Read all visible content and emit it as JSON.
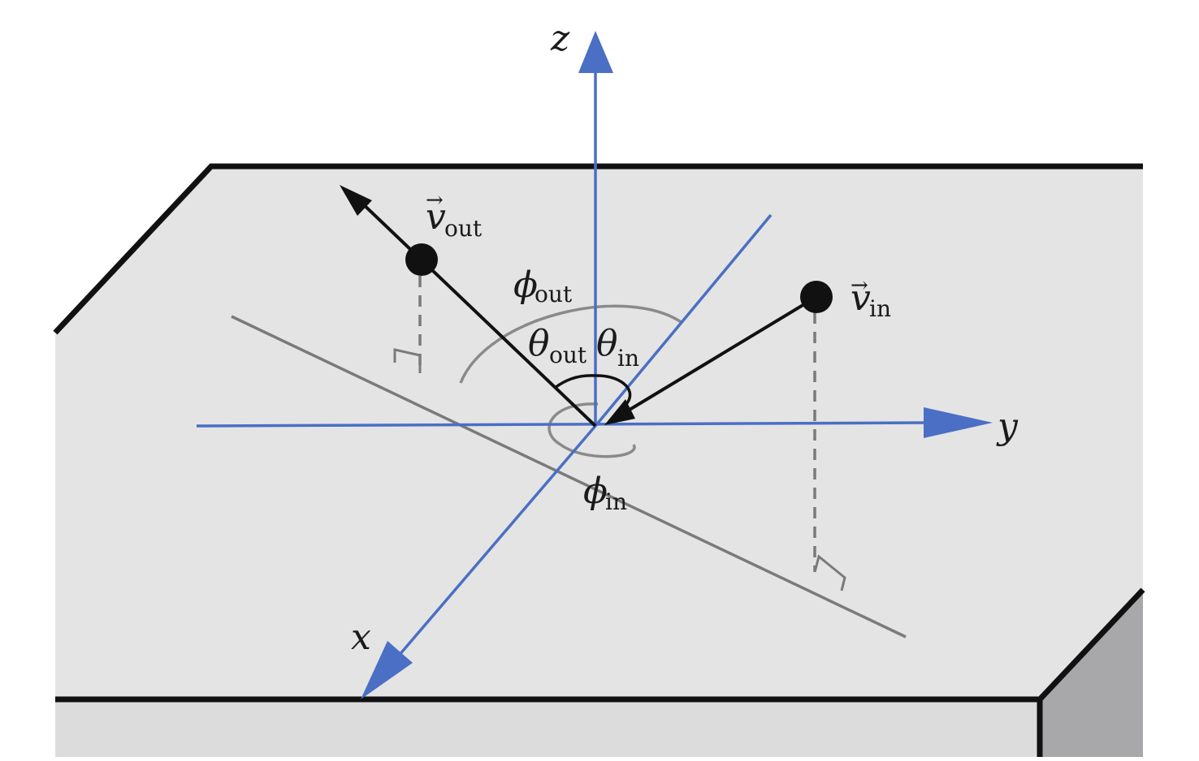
{
  "axes": {
    "x": "x",
    "y": "y",
    "z": "z"
  },
  "vectors": {
    "incoming": {
      "symbol": "v",
      "subscript": "in"
    },
    "outgoing": {
      "symbol": "v",
      "subscript": "out"
    }
  },
  "angles": {
    "theta_in": {
      "symbol": "θ",
      "subscript": "in"
    },
    "theta_out": {
      "symbol": "θ",
      "subscript": "out"
    },
    "phi_in": {
      "symbol": "ϕ",
      "subscript": "in"
    },
    "phi_out": {
      "symbol": "ϕ",
      "subscript": "out"
    }
  },
  "colors": {
    "axis": "#4a6fc4",
    "vector": "#111111",
    "projection": "#7a7a7a",
    "surface_top": "#e4e4e4",
    "surface_side": "#a8a8aa",
    "surface_front": "#dcdcdc",
    "edge": "#111111"
  }
}
